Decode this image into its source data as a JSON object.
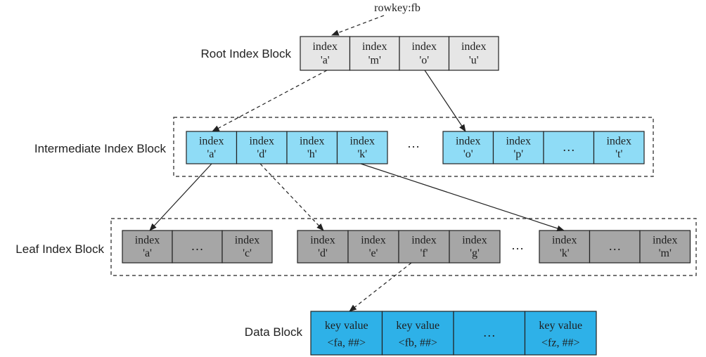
{
  "colors": {
    "root": "#e6e6e6",
    "intermediate": "#8fdcf6",
    "leaf": "#a6a6a6",
    "data": "#2eb1e8",
    "stroke": "#222222"
  },
  "rowkey": "rowkey:fb",
  "levels": {
    "root": {
      "label": "Root Index Block",
      "cells": [
        {
          "l1": "index",
          "l2": "'a'"
        },
        {
          "l1": "index",
          "l2": "'m'"
        },
        {
          "l1": "index",
          "l2": "'o'"
        },
        {
          "l1": "index",
          "l2": "'u'"
        }
      ]
    },
    "intermediate": {
      "label": "Intermediate Index Block",
      "group1": [
        {
          "l1": "index",
          "l2": "'a'"
        },
        {
          "l1": "index",
          "l2": "'d'"
        },
        {
          "l1": "index",
          "l2": "'h'"
        },
        {
          "l1": "index",
          "l2": "'k'"
        }
      ],
      "gap": "…",
      "group2": [
        {
          "l1": "index",
          "l2": "'o'"
        },
        {
          "l1": "index",
          "l2": "'p'"
        },
        {
          "l1": "…",
          "l2": ""
        },
        {
          "l1": "index",
          "l2": "'t'"
        }
      ]
    },
    "leaf": {
      "label": "Leaf Index Block",
      "group1": [
        {
          "l1": "index",
          "l2": "'a'"
        },
        {
          "l1": "…",
          "l2": ""
        },
        {
          "l1": "index",
          "l2": "'c'"
        }
      ],
      "group2": [
        {
          "l1": "index",
          "l2": "'d'"
        },
        {
          "l1": "index",
          "l2": "'e'"
        },
        {
          "l1": "index",
          "l2": "'f'"
        },
        {
          "l1": "index",
          "l2": "'g'"
        }
      ],
      "gap": "…",
      "group3": [
        {
          "l1": "index",
          "l2": "'k'"
        },
        {
          "l1": "…",
          "l2": ""
        },
        {
          "l1": "index",
          "l2": "'m'"
        }
      ]
    },
    "data": {
      "label": "Data Block",
      "cells": [
        {
          "l1": "key value",
          "l2": "<fa, ##>"
        },
        {
          "l1": "key value",
          "l2": "<fb, ##>"
        },
        {
          "l1": "…",
          "l2": ""
        },
        {
          "l1": "key value",
          "l2": "<fz, ##>"
        }
      ]
    }
  }
}
